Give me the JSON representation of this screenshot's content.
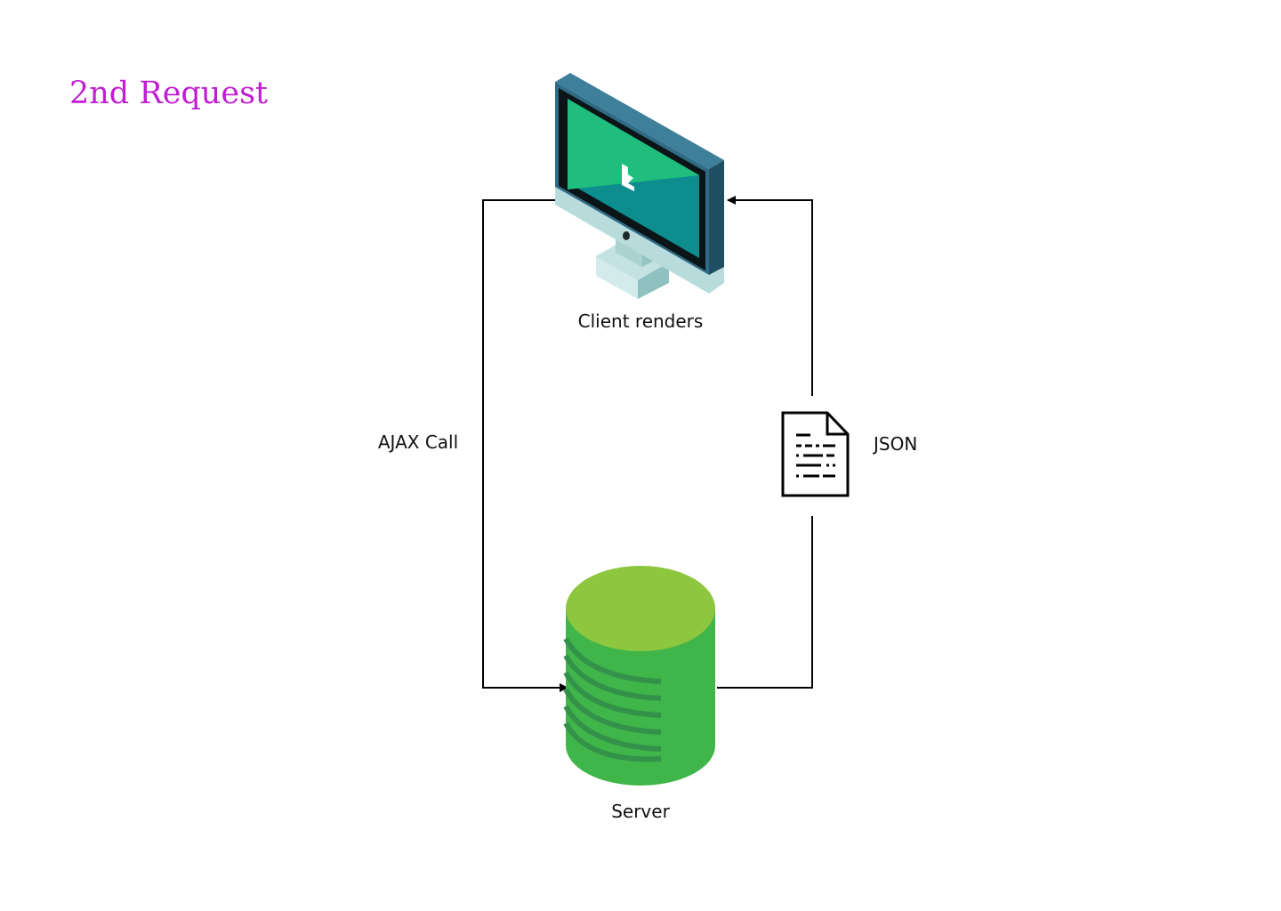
{
  "title": "2nd Request",
  "nodes": {
    "client": {
      "label": "Client renders",
      "icon": "monitor-icon"
    },
    "server": {
      "label": "Server",
      "icon": "database-icon"
    },
    "payload": {
      "label": "JSON",
      "icon": "document-icon"
    }
  },
  "edges": {
    "request": {
      "label": "AJAX Call",
      "from": "Client renders",
      "to": "Server"
    },
    "response": {
      "label": "JSON",
      "from": "Server",
      "to": "Client renders"
    }
  },
  "colors": {
    "title": "#c01ed3",
    "line": "#000000",
    "monitor_frame": "#2f6b84",
    "monitor_screen_light": "#1fbe7d",
    "monitor_screen_dark": "#0e8d8f",
    "monitor_stand": "#b8dcdc",
    "server_top": "#8dc63f",
    "server_body": "#40b549",
    "server_stripe": "#33924a"
  }
}
